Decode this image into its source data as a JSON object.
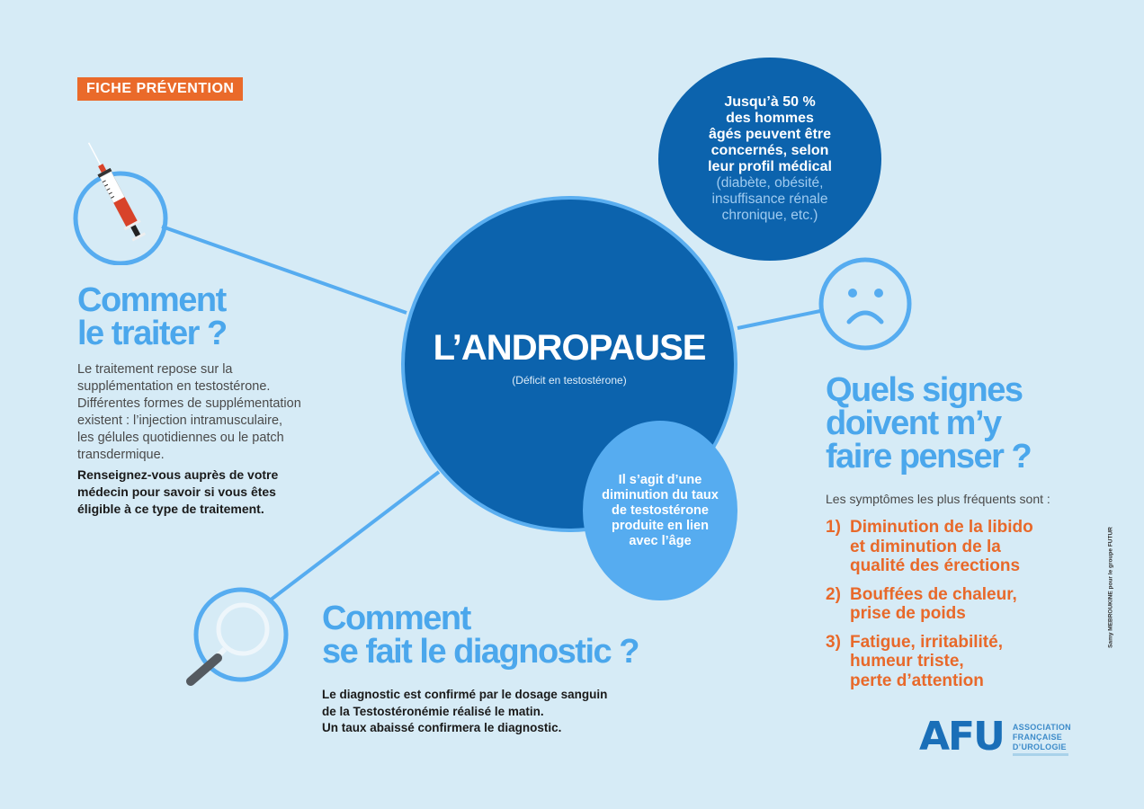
{
  "badge": {
    "label": "FICHE PRÉVENTION"
  },
  "colors": {
    "background": "#d6ebf6",
    "dark_blue": "#0c63ad",
    "light_blue": "#4ba7ec",
    "orange": "#ea6a2a"
  },
  "center": {
    "title": "L’ANDROPAUSE",
    "subtitle": "(Déficit en testostérone)"
  },
  "stat_bubble": {
    "bold_lines": [
      "Jusqu’à 50 %",
      "des hommes",
      "âgés peuvent être",
      "concernés, selon",
      "leur profil médical"
    ],
    "light_lines": [
      "(diabète, obésité,",
      "insuffisance rénale",
      "chronique, etc.)"
    ]
  },
  "definition_bubble": {
    "lines": [
      "Il s’agit d’une",
      "diminution du taux",
      "de testostérone",
      "produite en lien",
      "avec l’âge"
    ]
  },
  "treatment": {
    "icon": "syringe-icon",
    "title_lines": [
      "Comment",
      "le traiter ?"
    ],
    "body_lines": [
      "Le traitement repose sur la",
      "supplémentation en testostérone.",
      "Différentes formes de supplémentation",
      "existent : l’injection intramusculaire,",
      "les gélules quotidiennes ou le patch",
      "transdermique."
    ],
    "bold_lines": [
      "Renseignez-vous auprès de votre",
      "médecin pour savoir si vous êtes",
      "éligible à ce type de traitement."
    ]
  },
  "diagnosis": {
    "icon": "magnifier-icon",
    "title_lines": [
      "Comment",
      "se fait le diagnostic ?"
    ],
    "bold_lines": [
      "Le diagnostic est confirmé par le dosage sanguin",
      "de la Testostéronémie réalisé le matin.",
      "Un taux abaissé confirmera le diagnostic."
    ]
  },
  "signs": {
    "icon": "sad-face-icon",
    "title_lines": [
      "Quels signes",
      "doivent m’y",
      "faire penser ?"
    ],
    "intro": "Les symptômes les plus fréquents sont :",
    "items": [
      {
        "num": "1)",
        "lines": [
          "Diminution de la libido",
          "et diminution de la",
          "qualité des érections"
        ]
      },
      {
        "num": "2)",
        "lines": [
          "Bouffées de chaleur,",
          "prise de poids"
        ]
      },
      {
        "num": "3)",
        "lines": [
          "Fatigue, irritabilité,",
          "humeur triste,",
          "perte d’attention"
        ]
      }
    ]
  },
  "logo": {
    "mark": "AFU",
    "lines": [
      "ASSOCIATION",
      "FRANÇAISE",
      "D’UROLOGIE"
    ]
  },
  "credit": "Samy MEBROUKINE pour le groupe FUTUR"
}
